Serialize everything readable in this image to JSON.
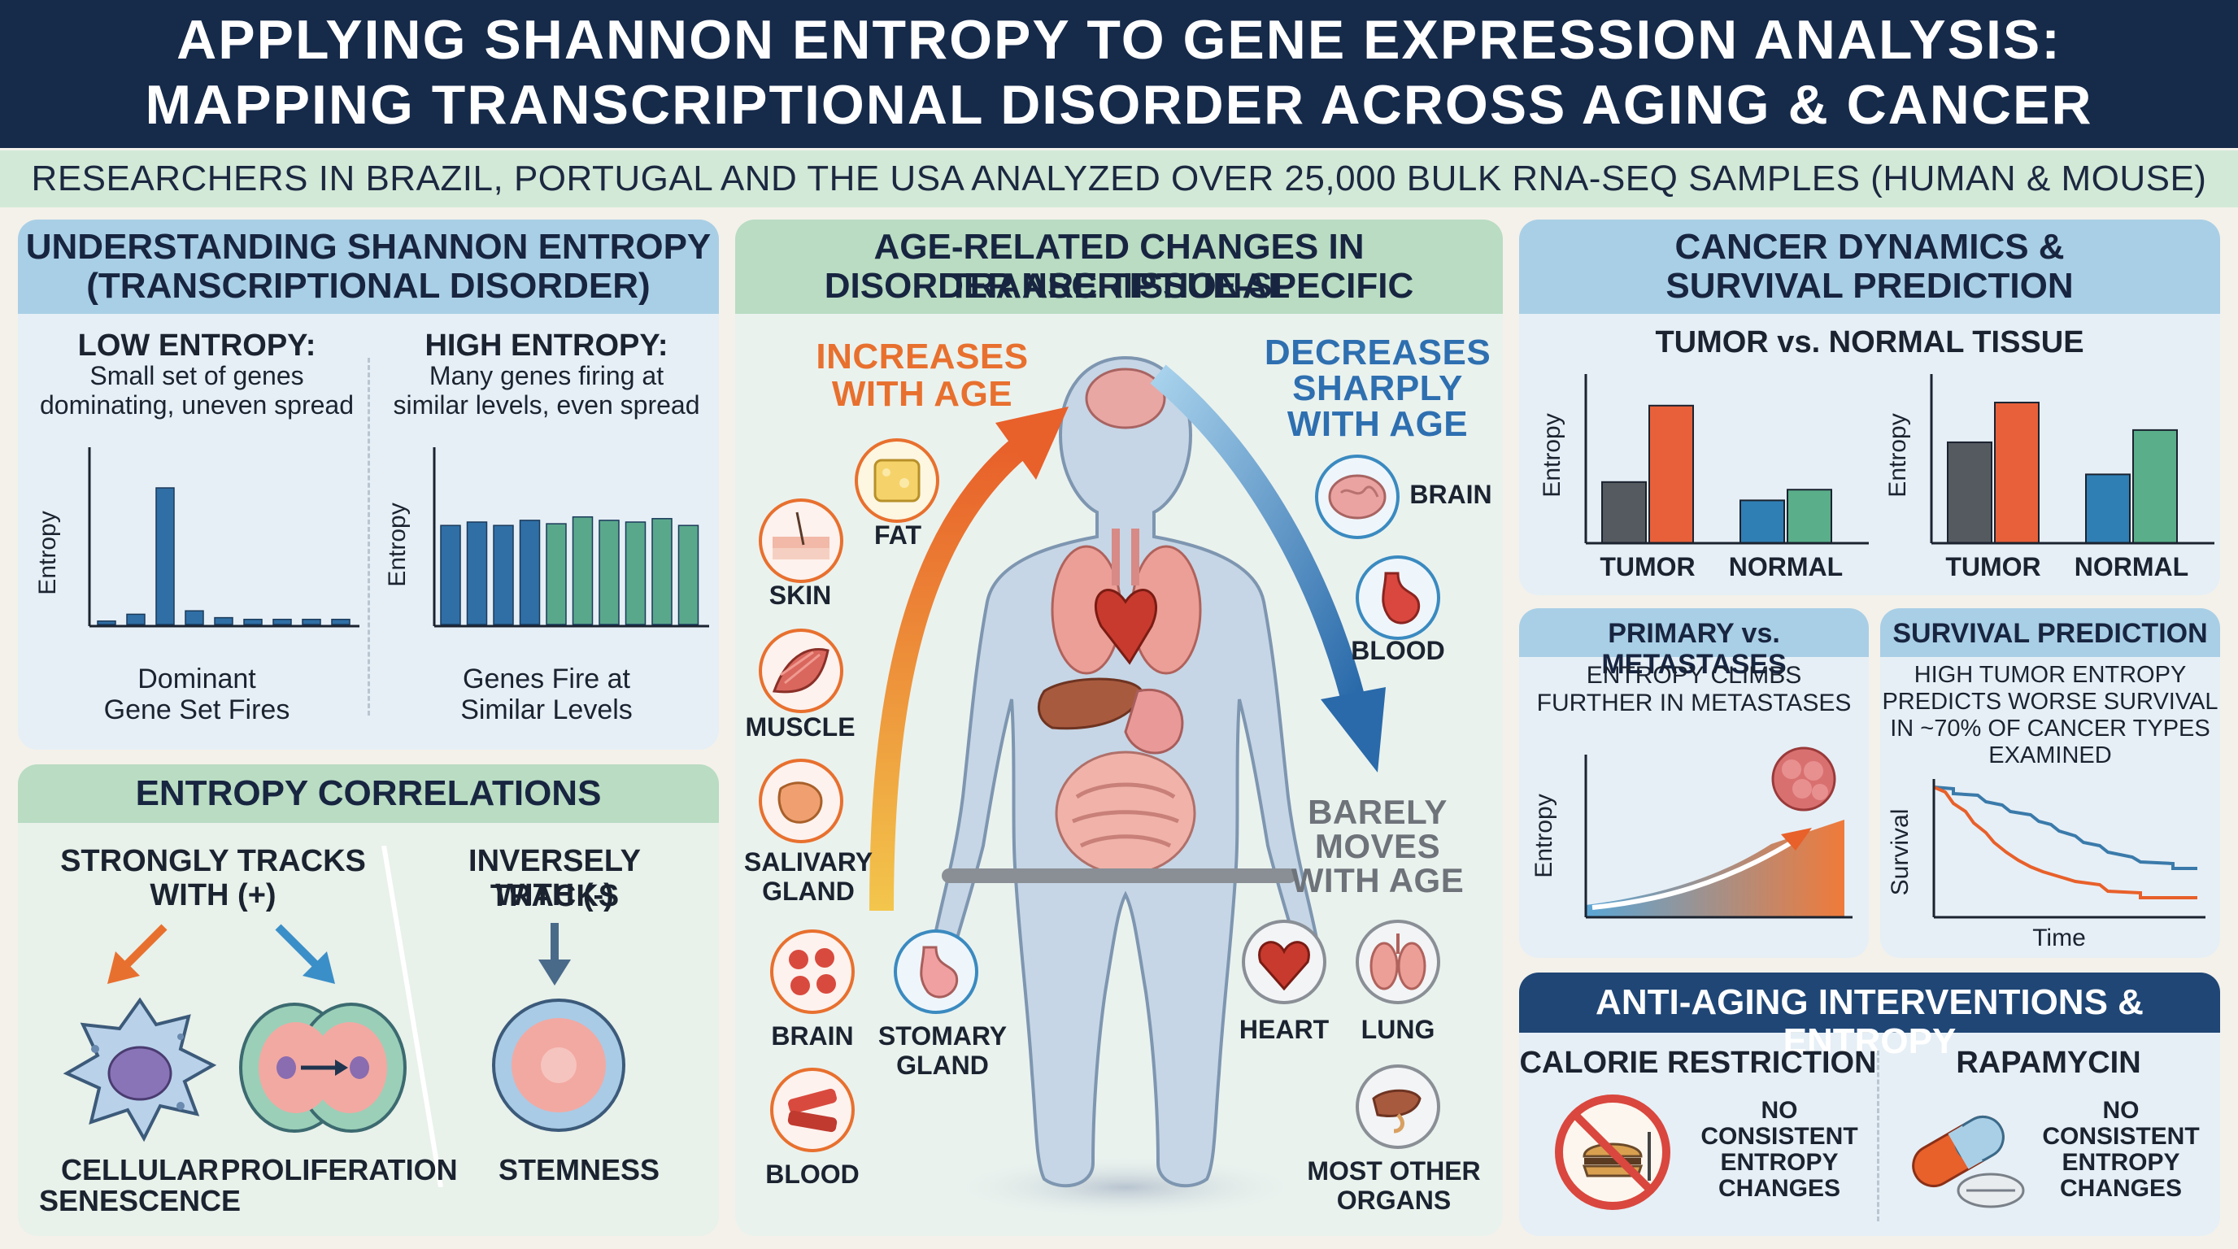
{
  "title": {
    "line1": "APPLYING SHANNON ENTROPY TO GENE EXPRESSION ANALYSIS:",
    "line2": "MAPPING TRANSCRIPTIONAL DISORDER ACROSS AGING & CANCER"
  },
  "subtitle": "RESEARCHERS IN BRAZIL, PORTUGAL AND THE USA ANALYZED OVER 25,000 BULK RNA-SEQ SAMPLES (HUMAN & MOUSE)",
  "shannon": {
    "header_line1": "UNDERSTANDING SHANNON ENTROPY",
    "header_line2": "(TRANSCRIPTIONAL DISORDER)",
    "low_title": "LOW ENTROPY:",
    "low_desc1": "Small set of genes",
    "low_desc2": "dominating, uneven spread",
    "low_caption1": "Dominant",
    "low_caption2": "Gene Set Fires",
    "high_title": "HIGH ENTROPY:",
    "high_desc1": "Many genes firing at",
    "high_desc2": "similar levels, even spread",
    "high_caption1": "Genes Fire at",
    "high_caption2": "Similar Levels",
    "axis_label": "Entropy",
    "low_values": [
      2,
      6,
      80,
      8,
      4,
      3,
      3,
      3,
      3
    ],
    "high_values": [
      58,
      60,
      58,
      61,
      59,
      63,
      61,
      60,
      62,
      58
    ],
    "low_colors": [
      "#2f6fa6"
    ],
    "high_colors": [
      "#2f6fa6",
      "#5aa88c"
    ]
  },
  "correlations": {
    "header": "ENTROPY CORRELATIONS",
    "strong_title1": "STRONGLY TRACKS",
    "strong_title2": "WITH (+)",
    "inverse_title1": "INVERSELY TRACKS",
    "inverse_title2": "WITH (-)",
    "senescence1": "CELLULAR",
    "senescence2": "SENESCENCE",
    "proliferation": "PROLIFERATION",
    "stemness": "STEMNESS"
  },
  "age": {
    "header_line1": "AGE-RELATED CHANGES IN TRANSCRIPTIONAL",
    "header_line2": "DISORDER ARE TISSUE-SPECIFIC",
    "increases1": "INCREASES",
    "increases2": "WITH AGE",
    "decreases1": "DECREASES",
    "decreases2": "SHARPLY",
    "decreases3": "WITH AGE",
    "barely1": "BARELY",
    "barely2": "MOVES",
    "barely3": "WITH AGE",
    "inc_tissues": {
      "fat": "FAT",
      "skin": "SKIN",
      "muscle": "MUSCLE",
      "salivary1": "SALIVARY",
      "salivary2": "GLAND",
      "brain": "BRAIN",
      "stomary1": "STOMARY",
      "stomary2": "GLAND",
      "blood": "BLOOD"
    },
    "dec_tissues": {
      "brain": "BRAIN",
      "blood": "BLOOD"
    },
    "flat_tissues": {
      "heart": "HEART",
      "lung": "LUNG",
      "other1": "MOST OTHER",
      "other2": "ORGANS"
    },
    "colors": {
      "increase": "#e8702e",
      "decrease": "#2e6fb0",
      "flat": "#8a8f96"
    }
  },
  "cancer": {
    "header_line1": "CANCER DYNAMICS &",
    "header_line2": "SURVIVAL PREDICTION",
    "subheader": "TUMOR vs. NORMAL TISSUE",
    "axis_label": "Entropy",
    "cat_tumor": "TUMOR",
    "cat_normal": "NORMAL",
    "chart_data": [
      {
        "type": "bar",
        "categories": [
          "TUMOR",
          "NORMAL"
        ],
        "series": [
          {
            "values": [
              40,
              28
            ]
          },
          {
            "values": [
              90,
              35
            ]
          }
        ],
        "ylabel": "Entropy"
      },
      {
        "type": "bar",
        "categories": [
          "TUMOR",
          "NORMAL"
        ],
        "series": [
          {
            "values": [
              66,
              45
            ]
          },
          {
            "values": [
              92,
              74
            ]
          }
        ],
        "ylabel": "Entropy"
      }
    ],
    "bar_colors": [
      "#555a60",
      "#e8603a",
      "#2f7fb5",
      "#5aae8a"
    ]
  },
  "metastases": {
    "header": "PRIMARY vs. METASTASES",
    "desc1": "ENTROPY CLIMBS",
    "desc2": "FURTHER IN METASTASES",
    "axis_label": "Entropy"
  },
  "survival": {
    "header": "SURVIVAL PREDICTION",
    "desc1": "HIGH TUMOR ENTROPY",
    "desc2": "PREDICTS WORSE SURVIVAL",
    "desc3": "IN ~70% OF CANCER TYPES",
    "desc4": "EXAMINED",
    "ylabel": "Survival",
    "xlabel": "Time"
  },
  "antiaging": {
    "header": "ANTI-AGING INTERVENTIONS & ENTROPY",
    "calorie": "CALORIE RESTRICTION",
    "rapamycin": "RAPAMYCIN",
    "nochange1": "NO",
    "nochange2": "CONSISTENT",
    "nochange3": "ENTROPY",
    "nochange4": "CHANGES"
  }
}
